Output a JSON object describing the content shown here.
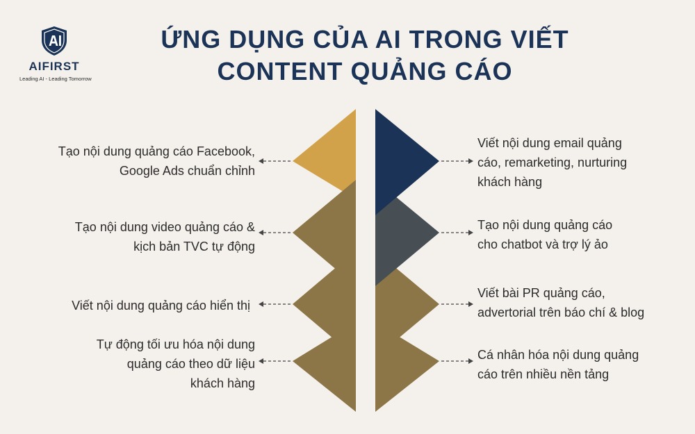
{
  "brand": {
    "name": "AIFIRST",
    "tagline": "Leading AI - Leading Tomorrow",
    "icon": "shield-ai-logo"
  },
  "title": {
    "line1": "ỨNG DỤNG CỦA AI TRONG VIẾT",
    "line2": "CONTENT QUẢNG CÁO"
  },
  "colors": {
    "navy": "#1b3356",
    "gold": "#d1a24a",
    "olive": "#8c7546",
    "slate": "#474f55",
    "background": "#f4f1ec"
  },
  "left_items": [
    {
      "lines": [
        "Tạo nội dung quảng cáo Facebook,",
        "Google Ads chuẩn chỉnh"
      ]
    },
    {
      "lines": [
        "Tạo nội dung video quảng cáo &",
        "kịch bản TVC tự động"
      ]
    },
    {
      "lines": [
        "Viết nội dung quảng cáo hiển thị"
      ]
    },
    {
      "lines": [
        "Tự động tối ưu hóa nội dung",
        "quảng cáo theo dữ liệu",
        "khách hàng"
      ]
    }
  ],
  "right_items": [
    {
      "lines": [
        "Viết nội dung email quảng",
        "cáo, remarketing, nurturing",
        "khách hàng"
      ]
    },
    {
      "lines": [
        "Tạo nội dung quảng cáo",
        "cho chatbot và trợ lý ảo"
      ]
    },
    {
      "lines": [
        "Viết bài PR quảng cáo,",
        "advertorial trên báo chí & blog"
      ]
    },
    {
      "lines": [
        "Cá nhân hóa nội dung quảng",
        "cáo trên nhiều nền tảng"
      ]
    }
  ]
}
